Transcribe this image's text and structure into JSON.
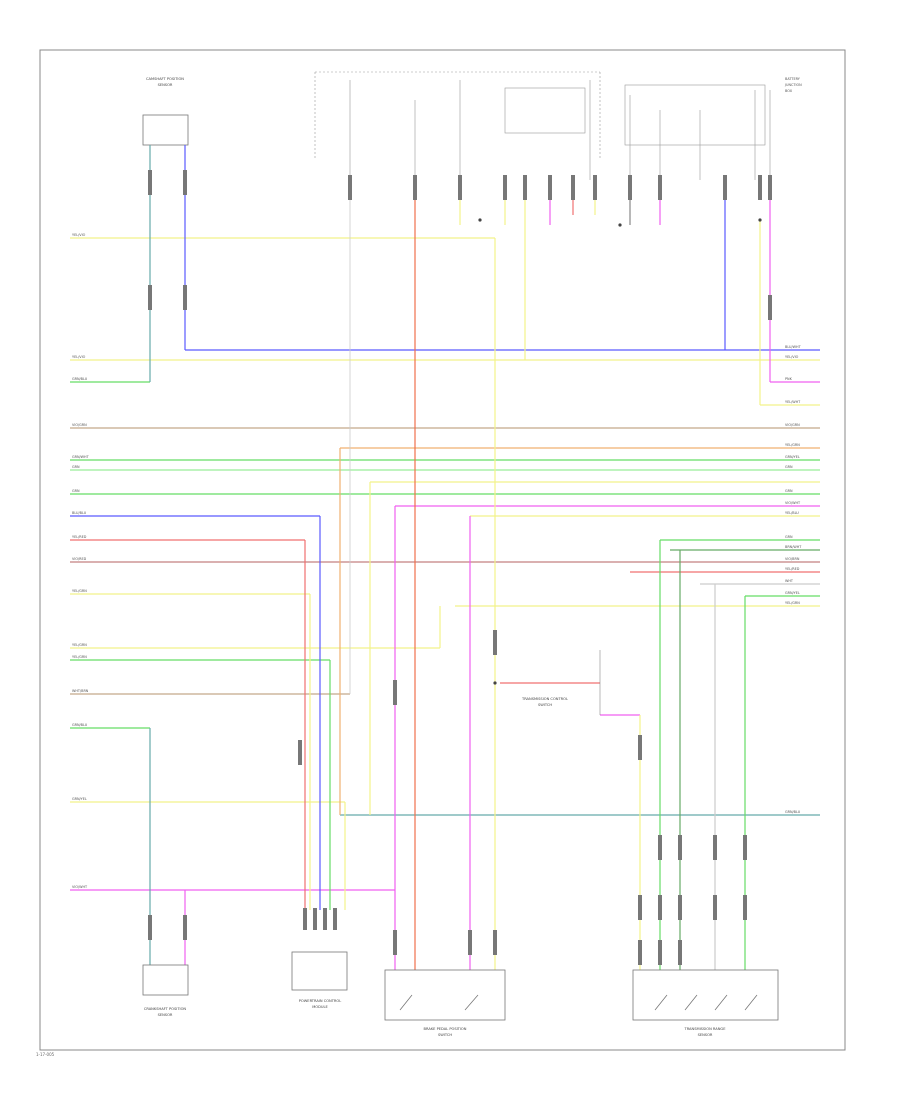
{
  "footer_code": "1-17-005",
  "colors": {
    "frame": "#888888",
    "connector": "#777777",
    "yellow": "#f2f28a",
    "blue": "#5b5bff",
    "red": "#f07070",
    "orange_red": "#f0704c",
    "green": "#66dd66",
    "green_blue": "#66aaaa",
    "pink": "#f060f0",
    "tan": "#c4a98a",
    "gray": "#aaaaaa"
  },
  "left_wire_labels": [
    "YEL/VIO",
    "YEL/VIO",
    "GRN/BLU",
    "VIO/GRN",
    "GRN/WHT",
    "GRN",
    "GRN",
    "BLU/BLU",
    "YEL/RED",
    "VIO/RED",
    "YEL/GRN",
    "YEL/GRN",
    "YEL/GRN",
    "WHT/BRN",
    "GRN/BLU",
    "GRN/YEL",
    "VIO/WHT"
  ],
  "right_wire_labels": [
    "BLU/WHT",
    "YEL/VIO",
    "PNK",
    "YEL/WHT",
    "VIO/GRN",
    "YEL/GRN",
    "GRN/YEL",
    "GRN",
    "GRN",
    "VIO/WHT",
    "YEL/BLU",
    "GRN",
    "BRN/WHT",
    "VIO/BRN",
    "YEL/RED",
    "WHT",
    "GRN/YEL",
    "YEL/GRN",
    "GRN/BLU"
  ],
  "components": {
    "top_left_sensor": "CAMSHAFT POSITION SENSOR",
    "bottom_left_sensor": "CRANKSHAFT POSITION SENSOR",
    "bottom_mid_connector": "POWERTRAIN CONTROL MODULE",
    "bottom_mid_right": "BRAKE PEDAL POSITION SWITCH",
    "bottom_right": "TRANSMISSION RANGE SENSOR",
    "center_note": "TRANSMISSION CONTROL SWITCH",
    "top_right_note": "BATTERY JUNCTION BOX"
  }
}
